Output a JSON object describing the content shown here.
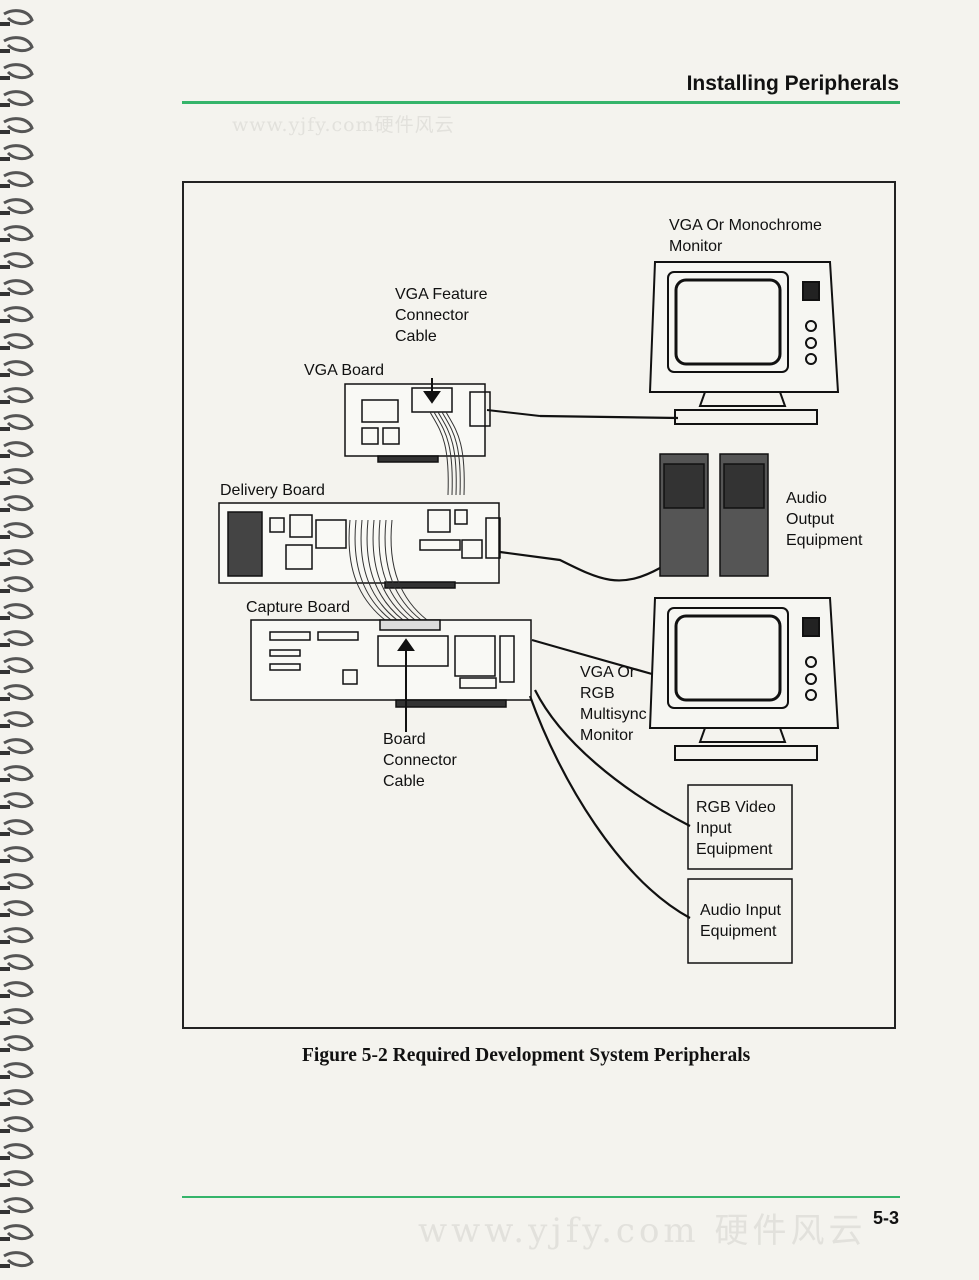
{
  "header": {
    "title": "Installing Peripherals"
  },
  "watermarks": {
    "top": "www.yjfy.com硬件风云",
    "bottom": "www.yjfy.com 硬件风云"
  },
  "figure": {
    "labels": {
      "vga_monitor": "VGA Or Monochrome\nMonitor",
      "vga_feature_cable": "VGA Feature\nConnector\nCable",
      "vga_board": "VGA Board",
      "delivery_board": "Delivery Board",
      "audio_output": "Audio\nOutput\nEquipment",
      "capture_board": "Capture Board",
      "rgb_monitor": "VGA Or\nRGB\nMultisync\nMonitor",
      "board_connector_cable": "Board\nConnector\nCable",
      "rgb_video_input": "RGB Video\nInput\nEquipment",
      "audio_input": "Audio Input\nEquipment"
    },
    "caption": "Figure 5-2  Required Development System Peripherals"
  },
  "footer": {
    "page_number": "5-3"
  }
}
